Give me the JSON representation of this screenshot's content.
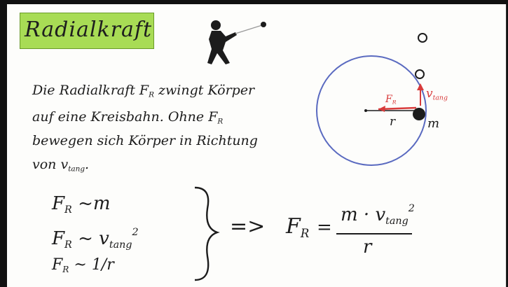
{
  "title": "Radialkraft",
  "description": {
    "lines": [
      "Die Radialkraft F",
      "auf eine Kreisbahn. Ohne F",
      "bewegen sich Körper in Richtung",
      "von v"
    ],
    "line1_tail": " zwingt Körper",
    "sub_R": "R",
    "sub_tang": "tang",
    "period": "."
  },
  "diagram": {
    "force_label": "F",
    "force_sub": "R",
    "velocity_label": "v",
    "velocity_sub": "tang",
    "radius_label": "r",
    "mass_label": "m"
  },
  "proportionalities": {
    "row1_lhs": "F",
    "row1_rhs": "m",
    "row2_lhs": "F",
    "row2_rhs": "v",
    "row2_exp": "2",
    "row3_lhs": "F",
    "row3_rhs": "1/r",
    "rel": "~",
    "sub_R": "R",
    "sub_tang": "tang"
  },
  "result": {
    "implies": "=>",
    "lhs": "F",
    "lhs_sub": "R",
    "equals": "=",
    "numerator": "m · v",
    "num_sub": "tang",
    "num_exp": "2",
    "denominator": "r"
  },
  "colors": {
    "title_bg": "#a8dc55",
    "circle": "#5a6ac0",
    "accent_red": "#d83b3b",
    "ink": "#1c1c1c"
  }
}
